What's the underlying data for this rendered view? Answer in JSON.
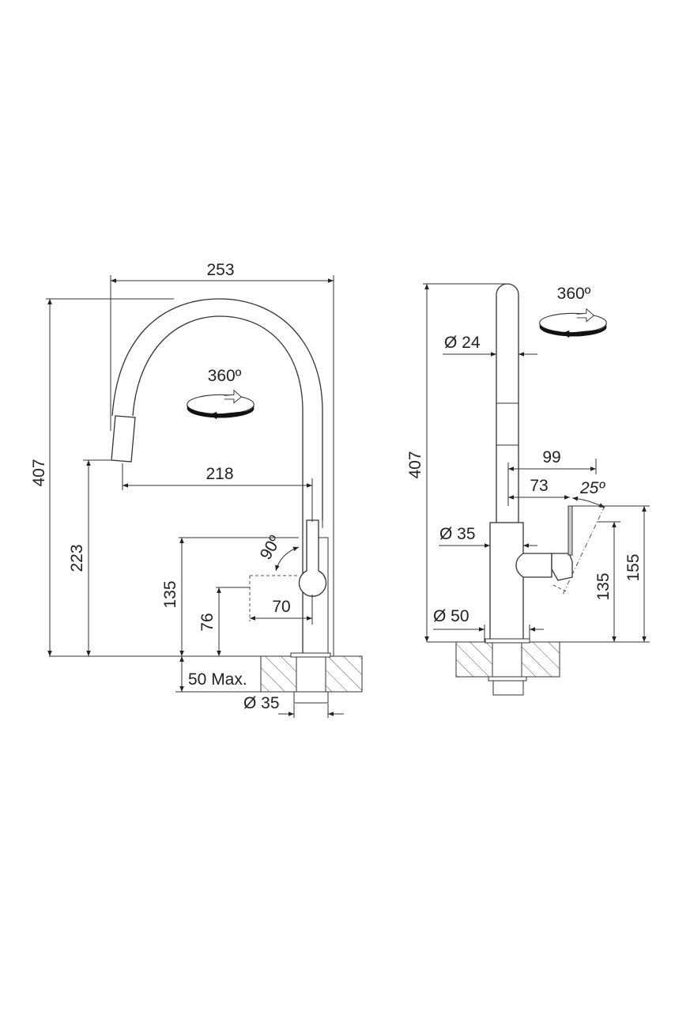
{
  "title": "Kitchen faucet dimension drawing",
  "front_view": {
    "overall_width": "253",
    "overall_height": "407",
    "spout_reach": "218",
    "spout_height": "223",
    "lever_height": "135",
    "lever_low_height": "76",
    "lever_reach": "70",
    "lever_rotation": "90º",
    "swivel": "360º",
    "counter_thickness": "50 Max.",
    "shank_diameter": "Ø 35"
  },
  "side_view": {
    "overall_height": "407",
    "spout_diameter": "Ø 24",
    "body_diameter": "Ø 35",
    "base_diameter": "Ø 50",
    "lever_reach_max": "99",
    "lever_reach": "73",
    "lever_angle": "25º",
    "lever_height_max": "155",
    "lever_height": "135",
    "swivel": "360º"
  }
}
